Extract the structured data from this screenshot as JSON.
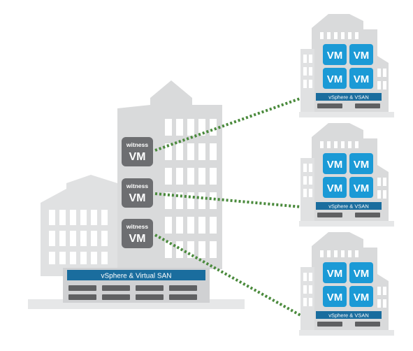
{
  "main_site": {
    "bar_label": "vSphere & Virtual SAN",
    "witnesses": [
      {
        "top": "witness",
        "bottom": "VM"
      },
      {
        "top": "witness",
        "bottom": "VM"
      },
      {
        "top": "witness",
        "bottom": "VM"
      }
    ]
  },
  "remote_sites": [
    {
      "bar_label": "vSphere & VSAN",
      "vms": [
        "VM",
        "VM",
        "VM",
        "VM"
      ]
    },
    {
      "bar_label": "vSphere & VSAN",
      "vms": [
        "VM",
        "VM",
        "VM",
        "VM"
      ]
    },
    {
      "bar_label": "vSphere & VSAN",
      "vms": [
        "VM",
        "VM",
        "VM",
        "VM"
      ]
    }
  ],
  "colors": {
    "building": "#d9dadb",
    "building_light": "#e6e7e8",
    "window": "#ffffff",
    "vm_blue": "#1b9ad6",
    "bar_blue": "#1a6d9e",
    "witness_gray": "#6d6e71",
    "server_gray": "#5f6062",
    "link_green": "#4a8a3c"
  }
}
